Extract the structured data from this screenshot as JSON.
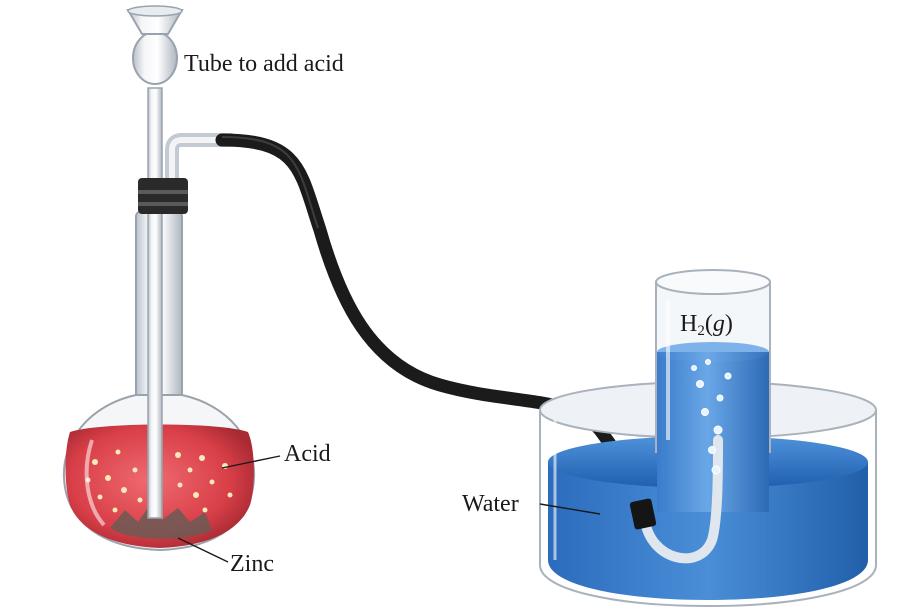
{
  "labels": {
    "tube_to_add_acid": "Tube to add acid",
    "acid": "Acid",
    "zinc": "Zinc",
    "water": "Water",
    "gas": {
      "symbol": "H",
      "subscript": "2",
      "open": "(",
      "state": "g",
      "close": ")"
    }
  },
  "colors": {
    "acid": "#d93f48",
    "water": "#2f78c8",
    "hose": "#1b1b1b",
    "glass": "#c9cfd6"
  }
}
